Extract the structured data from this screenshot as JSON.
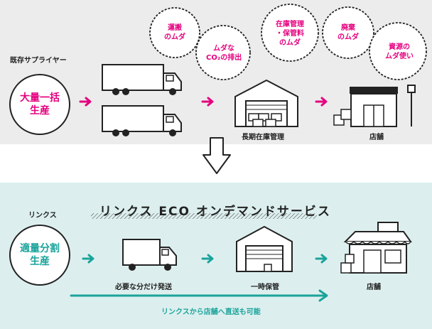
{
  "top": {
    "section_label": "既存サプライヤー",
    "source_line1": "大量一括",
    "source_line2": "生産",
    "warehouse_label": "長期在庫管理",
    "store_label": "店舗",
    "bubbles": [
      {
        "line1": "運搬",
        "line2": "のムダ"
      },
      {
        "line1": "ムダな",
        "line2": "CO₂の排出"
      },
      {
        "line1": "在庫管理",
        "line2": "・保管料",
        "line3": "のムダ"
      },
      {
        "line1": "廃棄",
        "line2": "のムダ"
      },
      {
        "line1": "資源の",
        "line2": "ムダ使い"
      }
    ]
  },
  "bottom": {
    "section_label": "リンクス",
    "title": "リンクス ECO オンデマンドサービス",
    "source_line1": "適量分割",
    "source_line2": "生産",
    "truck_label": "必要な分だけ発送",
    "warehouse_label": "一時保管",
    "store_label": "店舗",
    "direct_note": "リンクスから店舗へ直送も可能"
  },
  "colors": {
    "pink": "#e5007f",
    "teal": "#1aa39b",
    "top_bg": "#ececec",
    "bottom_bg": "#dcefee",
    "ink": "#222222"
  }
}
